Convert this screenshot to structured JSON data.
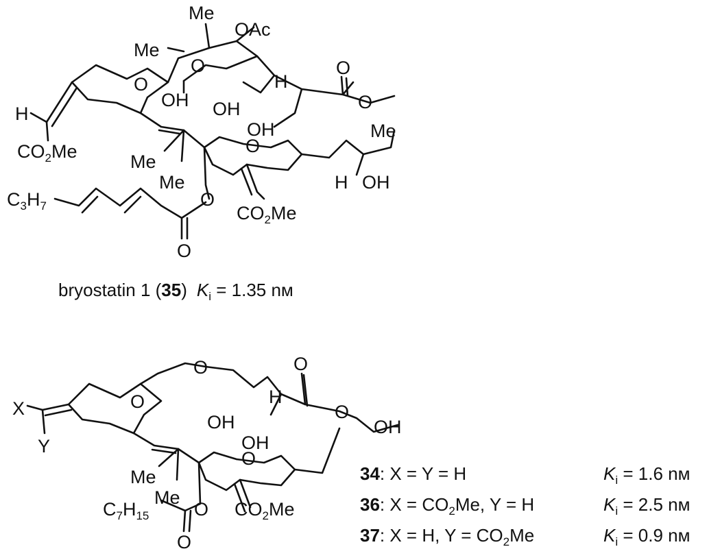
{
  "bryostatin": {
    "labels": {
      "me_top": "Me",
      "oac": "OAc",
      "me_left": "Me",
      "ring_o1": "O",
      "ring_o2": "O",
      "oh_hemi": "OH",
      "h_left": "H",
      "co2me_left": "CO",
      "co2me_left_sub": "2",
      "co2me_left_end": "Me",
      "h_c": "H",
      "carbonyl_o": "O",
      "ester_o": "O",
      "oh_top": "OH",
      "oh_mid": "OH",
      "ring_o3": "O",
      "me_right": "Me",
      "me_quat1": "Me",
      "me_quat2": "Me",
      "h_right": "H",
      "oh_right": "OH",
      "c3h7": "C",
      "c3h7_sub1": "3",
      "c3h7_h": "H",
      "c3h7_sub2": "7",
      "ester_o2": "O",
      "carbonyl_o2": "O",
      "co2me_mid": "CO",
      "co2me_mid_sub": "2",
      "co2me_mid_end": "Me"
    },
    "caption": {
      "name": "bryostatin 1 (",
      "number": "35",
      "close": ")",
      "k": "K",
      "k_sub": "i",
      "value": " = 1.35 nм"
    }
  },
  "analog": {
    "labels": {
      "ring_o1": "O",
      "ring_o2": "O",
      "x": "X",
      "y": "Y",
      "h_c": "H",
      "carbonyl_o": "O",
      "ester_o": "O",
      "oh_top": "OH",
      "oh_mid": "OH",
      "ring_o3": "O",
      "oh_right": "OH",
      "me_quat1": "Me",
      "me_quat2": "Me",
      "c7h15": "C",
      "c7h15_sub1": "7",
      "c7h15_h": "H",
      "c7h15_sub2": "15",
      "ester_o2": "O",
      "carbonyl_o2": "O",
      "co2me": "CO",
      "co2me_sub": "2",
      "co2me_end": "Me"
    },
    "compounds": [
      {
        "number": "34",
        "desc": ": X = Y = H",
        "k": "K",
        "k_sub": "i",
        "value": " = 1.6 nм"
      },
      {
        "number": "36",
        "desc": ": X = CO",
        "desc_sub": "2",
        "desc_end": "Me, Y = H",
        "k": "K",
        "k_sub": "i",
        "value": " = 2.5 nм"
      },
      {
        "number": "37",
        "desc": ": X = H, Y = CO",
        "desc_sub": "2",
        "desc_end": "Me",
        "k": "K",
        "k_sub": "i",
        "value": " = 0.9 nм"
      }
    ]
  }
}
